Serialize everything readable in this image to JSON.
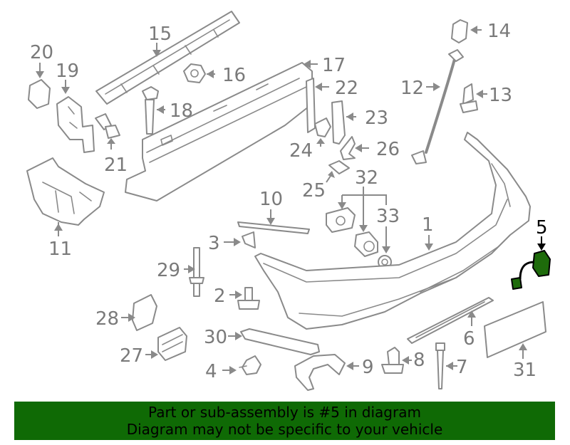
{
  "callouts": {
    "c1": "1",
    "c2": "2",
    "c3": "3",
    "c4": "4",
    "c5": "5",
    "c6": "6",
    "c7": "7",
    "c8": "8",
    "c9": "9",
    "c10": "10",
    "c11": "11",
    "c12": "12",
    "c13": "13",
    "c14": "14",
    "c15": "15",
    "c16": "16",
    "c17": "17",
    "c18": "18",
    "c19": "19",
    "c20": "20",
    "c21": "21",
    "c22": "22",
    "c23": "23",
    "c24": "24",
    "c25": "25",
    "c26": "26",
    "c27": "27",
    "c28": "28",
    "c29": "29",
    "c30": "30",
    "c31": "31",
    "c32": "32",
    "c33": "33"
  },
  "highlight": {
    "part_number": "5",
    "color": "#1e6b0b"
  },
  "footer": {
    "line1": "Part or sub-assembly is #5 in diagram",
    "line2": "Diagram may not be specific to your vehicle",
    "background": "#0f6a05"
  }
}
